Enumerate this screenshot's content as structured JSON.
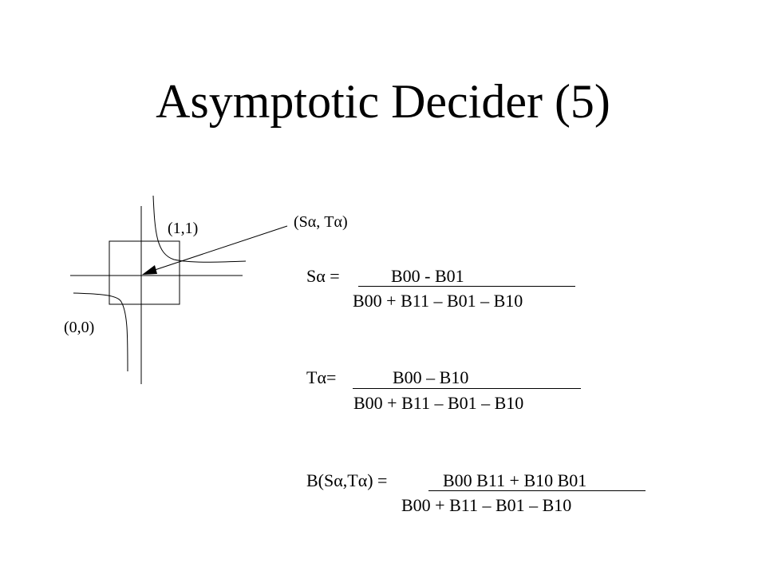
{
  "slide": {
    "title": "Asymptotic Decider (5)"
  },
  "diagram": {
    "label_11": "(1,1)",
    "label_00": "(0,0)",
    "saddle_label": "(Sα, Tα)"
  },
  "formulas": {
    "s_alpha": {
      "lhs": "Sα =",
      "numerator": "B00 - B01",
      "denominator": "B00 + B11 – B01 – B10"
    },
    "t_alpha": {
      "lhs": "Tα=",
      "numerator": "B00 – B10",
      "denominator": "B00 + B11 – B01 – B10"
    },
    "b_value": {
      "lhs": "B(Sα,Tα) =",
      "numerator": "B00 B11 + B10 B01",
      "denominator": "B00 + B11 – B01 – B10"
    }
  }
}
